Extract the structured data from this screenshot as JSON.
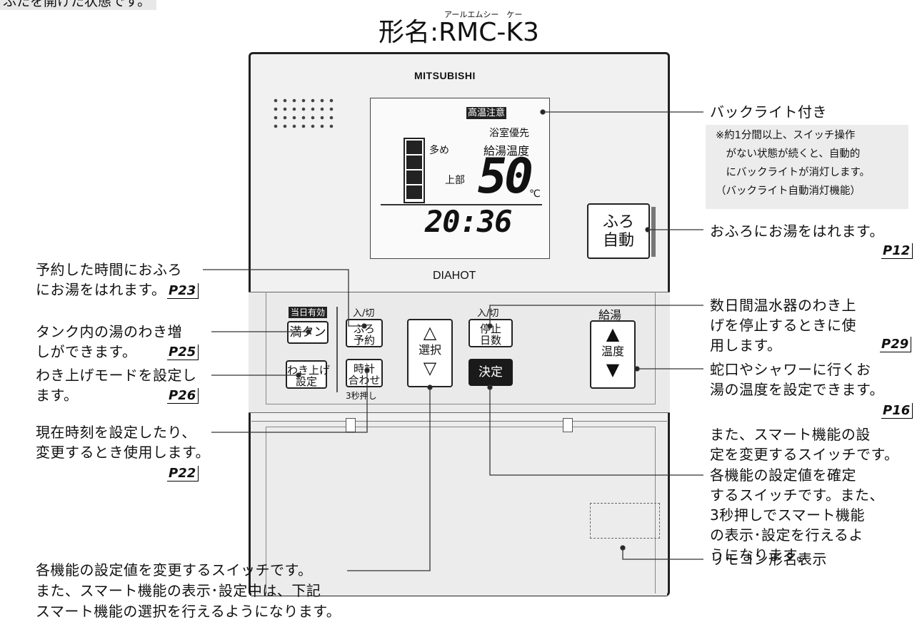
{
  "header": {
    "top_left_text": "ふたを開けた状態です。",
    "model_title": "形名:RMC-K3",
    "model_ruby": "アールエムシー　ケー"
  },
  "remote": {
    "brand": "MITSUBISHI",
    "product": "DIAHOT",
    "display": {
      "warning_badge": "高温注意",
      "bath_priority": "浴室優先",
      "level_label": "多め",
      "hot_water_temp_label": "給湯温度",
      "upper_label": "上部",
      "temperature": "50",
      "unit": "℃",
      "clock": "20:36",
      "level_segments": 4
    },
    "buttons": {
      "furo_auto": "ふろ\n自動",
      "today_valid": "当日有効",
      "full_tank": "満タン",
      "wakiage_settei": "わき上げ\n設定",
      "on_off_1": "入/切",
      "furo_yoyaku": "ふろ\n予約",
      "tokei_awase": "時計\n合わせ",
      "three_sec_press": "3秒押し",
      "select_up": "△",
      "select_label": "選択",
      "select_down": "▽",
      "on_off_2": "入/切",
      "teishi_nissu": "停止\n日数",
      "kettei": "決定",
      "kyuto_label": "給湯",
      "temp_up": "▲",
      "temp_label": "温度",
      "temp_down": "▼"
    }
  },
  "annotations": {
    "backlight": "バックライト付き",
    "backlight_note": "※約1分間以上、スイッチ操作\n　がない状態が続くと、自動的\n　にバックライトが消灯します。\n（バックライト自動消灯機能）",
    "ofuro": "おふろにお湯をはれます。",
    "ofuro_ref": "P12",
    "teishi": "数日間温水器のわき上\nげを停止するときに使\n用します。",
    "teishi_ref": "P29",
    "temp": "蛇口やシャワーに行くお\n湯の温度を設定できます。",
    "temp_ref": "P16",
    "temp_extra": "また、スマート機能の設\n定を変更するスイッチです。",
    "kettei": "各機能の設定値を確定\nするスイッチです。また、\n3秒押しでスマート機能\nの表示･設定を行えるよ\nうになります。",
    "model_display": "リモコン形名表示",
    "yoyaku": "予約した時間におふろ\nにお湯をはれます。",
    "yoyaku_ref": "P23",
    "mantan": "タンク内の湯のわき増\nしができます。",
    "mantan_ref": "P25",
    "wakiage": "わき上げモードを設定し\nます。",
    "wakiage_ref": "P26",
    "clock": "現在時刻を設定したり、\n変更するとき使用します。",
    "clock_ref": "P22",
    "select": "各機能の設定値を変更するスイッチです。\nまた、スマート機能の表示･設定中は、下記\nスマート機能の選択を行えるようになります。"
  }
}
